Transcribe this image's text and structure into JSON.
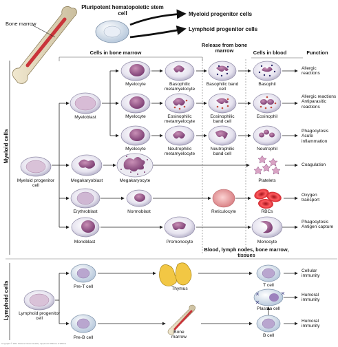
{
  "top": {
    "bone_marrow_label": "Bone marrow",
    "stem_cell_title": "Pluripotent hematopoietic stem cell",
    "myeloid_progenitor_cells": "Myeloid progenitor cells",
    "lymphoid_progenitor_cells": "Lymphoid progenitor cells"
  },
  "headers": {
    "cells_in_bone_marrow": "Cells in bone marrow",
    "release_from_bone_marrow": "Release from bone marrow",
    "cells_in_blood": "Cells in blood",
    "function": "Function",
    "blood_lymph": "Blood, lymph nodes, bone marrow, tissues"
  },
  "side_labels": {
    "myeloid": "Myeloid cells",
    "lymphoid": "Lymphoid cells"
  },
  "myeloid": {
    "progenitor": "Myeloid progenitor cell",
    "myeloblast": "Myeloblast",
    "rows": [
      {
        "myelocyte": "Myelocyte",
        "metamyelocyte": "Basophilic metamyelocyte",
        "band": "Basophilic band cell",
        "blood": "Basophil",
        "function": "Allergic reactions"
      },
      {
        "myelocyte": "Myelocyte",
        "metamyelocyte": "Eosinophilic metamyelocyte",
        "band": "Eosinophilic band cell",
        "blood": "Eosinophil",
        "function": "Allergic reactions Antiparasitic reactions"
      },
      {
        "myelocyte": "Myelocyte",
        "metamyelocyte": "Neutrophilic metamyelocyte",
        "band": "Neutrophilic band cell",
        "blood": "Neutrophil",
        "function": "Phagocytosis Acute inflammation"
      }
    ],
    "megakaryoblast": "Megakaryoblast",
    "megakaryocyte": "Megakaryocyte",
    "platelets": "Platelets",
    "coagulation": "Coagulation",
    "erythroblast": "Erythroblast",
    "normoblast": "Normoblast",
    "reticulocyte": "Reticulocyte",
    "rbcs": "RBCs",
    "oxygen_transport": "Oxygen transport",
    "monoblast": "Monoblast",
    "promonocyte": "Promonocyte",
    "monocyte": "Monocyte",
    "monocyte_function": "Phagocytosis Antigen capture"
  },
  "lymphoid": {
    "progenitor": "Lymphoid progenitor cell",
    "pre_t": "Pre-T cell",
    "thymus": "Thymus",
    "t_cell": "T cell",
    "t_function": "Cellular immunity",
    "plasma_cell": "Plasma cell",
    "plasma_function": "Humoral immunity",
    "pre_b": "Pre-B cell",
    "bone_marrow": "Bone marrow",
    "b_cell": "B cell",
    "b_function": "Humoral immunity"
  },
  "copyright": "Copyright © 2011 Wolters Kluwer Health | Lippincott Williams & Wilkins"
}
